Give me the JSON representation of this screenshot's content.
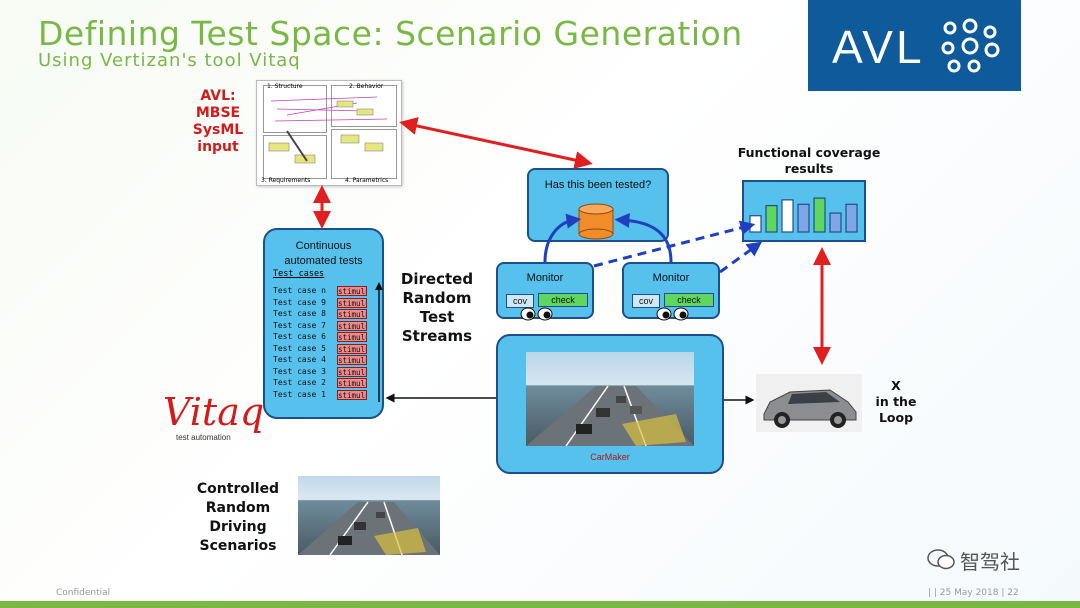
{
  "title": "Defining Test Space: Scenario Generation",
  "subtitle": "Using Vertizan's tool Vitaq",
  "logo": {
    "text": "AVL"
  },
  "mbse": {
    "label_lines": [
      "AVL:",
      "MBSE",
      "SysML",
      "input"
    ],
    "diagram_labels": [
      "1. Structure",
      "2. Behavior",
      "3. Requirements",
      "4. Parametrics"
    ]
  },
  "continuous_tests": {
    "title_line1": "Continuous",
    "title_line2": "automated tests",
    "header": "Test cases",
    "cases": [
      {
        "name": "Test case n",
        "stim": "stimulus"
      },
      {
        "name": "Test case 9",
        "stim": "stimulus"
      },
      {
        "name": "Test case 8",
        "stim": "stimulus"
      },
      {
        "name": "Test case 7",
        "stim": "stimulus"
      },
      {
        "name": "Test case 6",
        "stim": "stimulus"
      },
      {
        "name": "Test case 5",
        "stim": "stimulus"
      },
      {
        "name": "Test case 4",
        "stim": "stimulus"
      },
      {
        "name": "Test case 3",
        "stim": "stimulus"
      },
      {
        "name": "Test case 2",
        "stim": "stimulus"
      },
      {
        "name": "Test case 1",
        "stim": "stimulus"
      }
    ]
  },
  "directed_streams": [
    "Directed",
    "Random",
    "Test",
    "Streams"
  ],
  "tested_box": {
    "label": "Has this been tested?"
  },
  "monitors": [
    {
      "label": "Monitor",
      "cov": "cov",
      "check": "check"
    },
    {
      "label": "Monitor",
      "cov": "cov",
      "check": "check"
    }
  ],
  "coverage": {
    "title_line1": "Functional coverage",
    "title_line2": "results",
    "bar_fractions": [
      0.37,
      0.6,
      0.73,
      0.63,
      0.77,
      0.43,
      0.63
    ],
    "bar_colors": [
      "#ffffff",
      "#5fd65f",
      "#ffffff",
      "#7fa6e6",
      "#5fd65f",
      "#7fa6e6",
      "#7fa6e6"
    ]
  },
  "carmaker": {
    "label": "CarMaker"
  },
  "x_loop": [
    "X",
    "in the",
    "Loop"
  ],
  "vitaq": {
    "brand": "Vitaq",
    "tagline": "test automation"
  },
  "scenarios": [
    "Controlled",
    "Random",
    "Driving",
    "Scenarios"
  ],
  "footer": {
    "left": "Confidential",
    "right": "|  | 25 May 2018 | 22"
  },
  "watermark": "智驾社",
  "colors": {
    "accent_green": "#7ab845",
    "avl_blue": "#0e5a9b",
    "box_blue": "#56c1ec",
    "arrow_red": "#e02020",
    "arrow_blue": "#1f3fbf"
  }
}
